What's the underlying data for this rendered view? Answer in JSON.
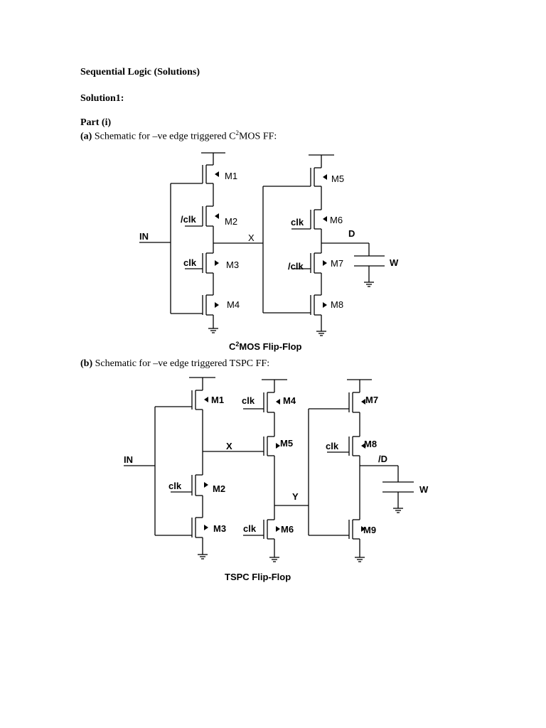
{
  "doc": {
    "title": "Sequential Logic (Solutions)",
    "solution": "Solution1:",
    "part": "Part (i)",
    "a_prefix": "(a)",
    "a_text_pre": " Schematic for –ve edge triggered C",
    "a_sup": "2",
    "a_text_post": "MOS FF:",
    "b_prefix": "(b)",
    "b_text": " Schematic for –ve edge triggered TSPC FF:"
  },
  "c2mos": {
    "caption_pre": "C",
    "caption_sup": "2",
    "caption_post": "MOS Flip-Flop",
    "in": "IN",
    "x": "X",
    "d": "D",
    "w": "W",
    "m1": "M1",
    "m2": "M2",
    "m3": "M3",
    "m4": "M4",
    "m5": "M5",
    "m6": "M6",
    "m7": "M7",
    "m8": "M8",
    "clk_m2": "/clk",
    "clk_m3": "clk",
    "clk_m6": "clk",
    "clk_m7": "/clk"
  },
  "tspc": {
    "caption": "TSPC Flip-Flop",
    "in": "IN",
    "x": "X",
    "y": "Y",
    "d": "/D",
    "w": "W",
    "m1": "M1",
    "m2": "M2",
    "m3": "M3",
    "m4": "M4",
    "m5": "M5",
    "m6": "M6",
    "m7": "M7",
    "m8": "M8",
    "m9": "M9",
    "clk_m2": "clk",
    "clk_m4": "clk",
    "clk_m6": "clk",
    "clk_m8": "clk"
  }
}
